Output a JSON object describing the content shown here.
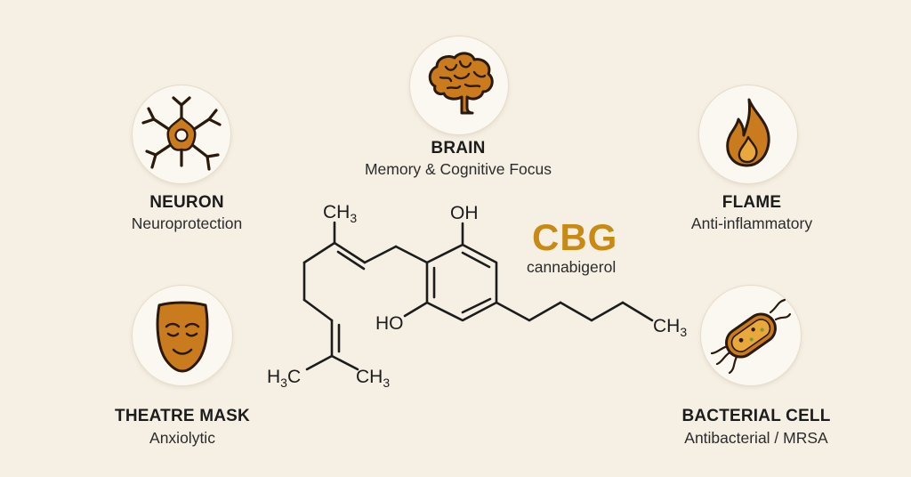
{
  "compound": {
    "abbreviation": "CBG",
    "name": "cannabigerol",
    "labels": {
      "ch3_top": "CH",
      "ch3_right": "CH",
      "h3c_left": "H",
      "ch3_bottom": "CH",
      "oh_top": "OH",
      "oh_left": "HO",
      "sub3": "3",
      "c_letter": "C"
    }
  },
  "benefits": [
    {
      "icon": "neuron-icon",
      "title": "NEURON",
      "desc": "Neuroprotection"
    },
    {
      "icon": "brain-icon",
      "title": "BRAIN",
      "desc": "Memory & Cognitive Focus"
    },
    {
      "icon": "flame-icon",
      "title": "FLAME",
      "desc": "Anti-inflammatory"
    },
    {
      "icon": "theatre-mask-icon",
      "title": "THEATRE MASK",
      "desc": "Anxiolytic"
    },
    {
      "icon": "bacterial-cell-icon",
      "title": "BACTERIAL CELL",
      "desc": "Antibacterial / MRSA"
    }
  ],
  "colors": {
    "accent": "#c98a14",
    "icon_fill": "#c97b1e",
    "icon_stroke": "#2a1a0e",
    "background": "#f6f0e4"
  }
}
